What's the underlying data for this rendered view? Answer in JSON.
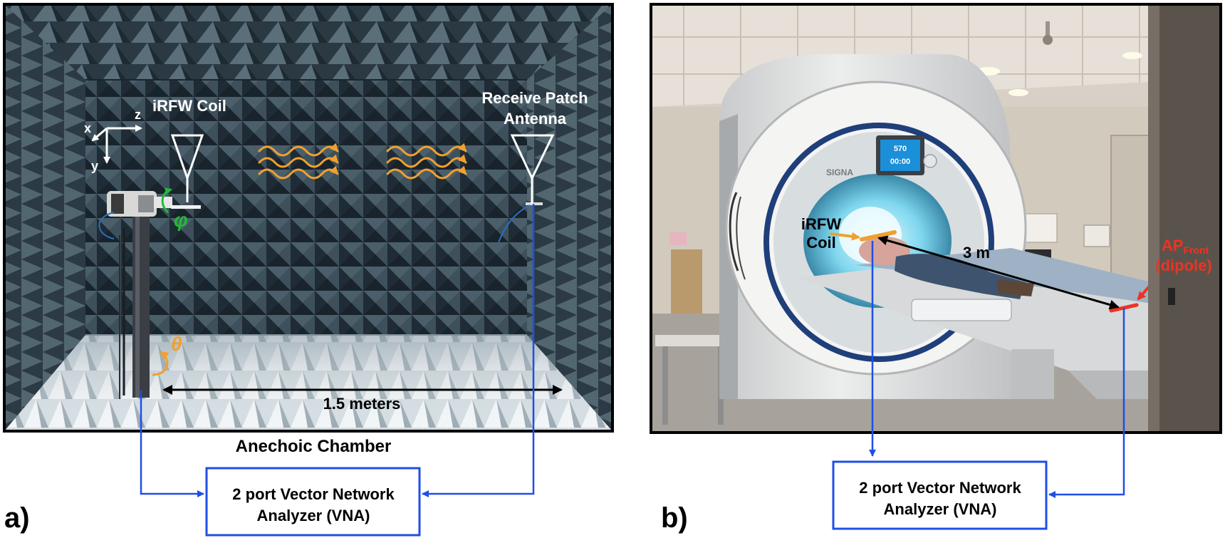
{
  "panel_a": {
    "letter": "a)",
    "axes": {
      "x": "x",
      "y": "y",
      "z": "z"
    },
    "coil_label": "iRFW Coil",
    "receive_label_line1": "Receive Patch",
    "receive_label_line2": "Antenna",
    "phi": "φ",
    "theta": "θ",
    "distance": "1.5 meters",
    "chamber_label": "Anechoic Chamber",
    "vna_line1": "2 port Vector Network",
    "vna_line2": "Analyzer (VNA)"
  },
  "panel_b": {
    "letter": "b)",
    "coil_line1": "iRFW",
    "coil_line2": "Coil",
    "distance": "3 m",
    "ap_main": "AP",
    "ap_sub": "Front",
    "ap_note": "(dipole)",
    "scanner_brand": "SIGNA",
    "screen_line1": "570",
    "screen_line2": "00:00",
    "vna_line1": "2 port Vector Network",
    "vna_line2": "Analyzer (VNA)"
  },
  "colors": {
    "connector_blue": "#1f4fe6",
    "wave_orange": "#f0a030",
    "rotation_green": "#22bb33",
    "label_red": "#ee3322",
    "chamber_dark": "#24323c"
  }
}
